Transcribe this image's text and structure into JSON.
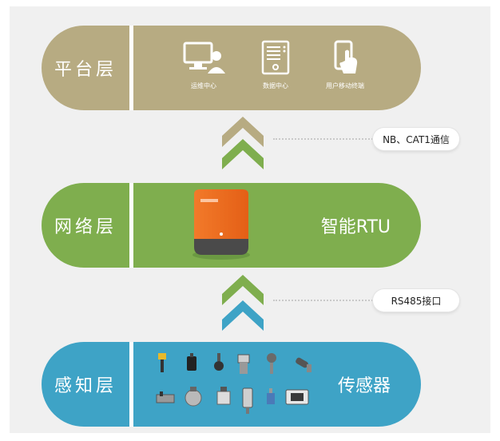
{
  "layers": {
    "platform": {
      "label": "平台层",
      "items": [
        {
          "caption": "运维中心",
          "icon": "monitor-user-icon"
        },
        {
          "caption": "数据中心",
          "icon": "server-icon"
        },
        {
          "caption": "用户移动终端",
          "icon": "mobile-hand-icon"
        }
      ]
    },
    "network": {
      "label": "网络层",
      "title": "智能RTU",
      "icon": "rtu-device-icon"
    },
    "sensor": {
      "label": "感知层",
      "title": "传感器",
      "icon": "sensor-devices-icon"
    }
  },
  "connections": {
    "upper": {
      "label": "NB、CAT1通信"
    },
    "lower": {
      "label": "RS485接口"
    }
  },
  "colors": {
    "platform": "#b7ab82",
    "network": "#7fae4e",
    "sensor": "#3ea3c6"
  }
}
